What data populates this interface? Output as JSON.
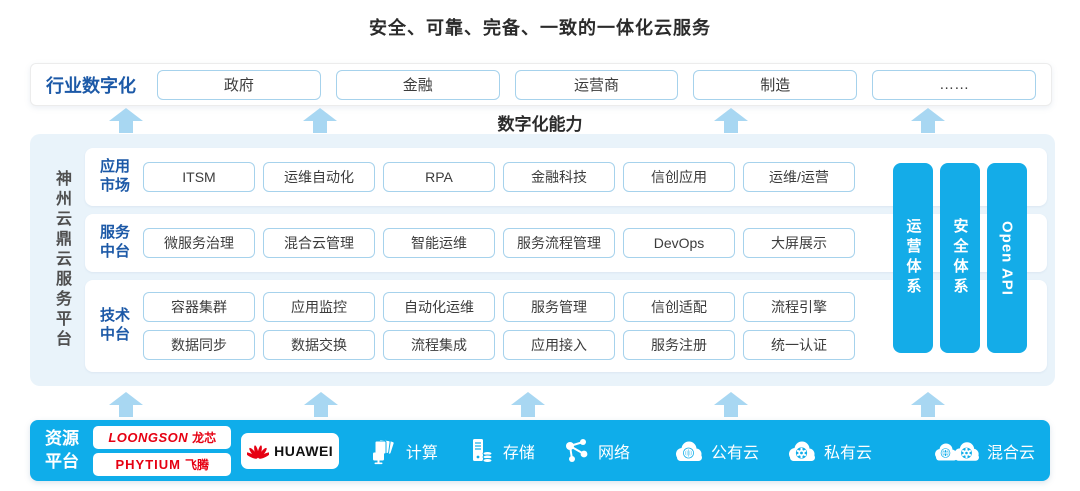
{
  "title": "安全、可靠、完备、一致的一体化云服务",
  "colors": {
    "accent_blue": "#0fadea",
    "arrow_blue": "#a8d7f2",
    "panel_bg": "#e9f3fa",
    "box_border": "#a6d2ec",
    "label_blue": "#1c59a7",
    "logo_red": "#e60012"
  },
  "industry": {
    "label": "行业数字化",
    "boxes": [
      "政府",
      "金融",
      "运营商",
      "制造",
      "……"
    ]
  },
  "capability_label": "数字化能力",
  "platform": {
    "name": "神州云鼎云服务平台",
    "rows": [
      {
        "label": "应用市场",
        "items": [
          "ITSM",
          "运维自动化",
          "RPA",
          "金融科技",
          "信创应用",
          "运维/运营"
        ]
      },
      {
        "label": "服务中台",
        "items": [
          "微服务治理",
          "混合云管理",
          "智能运维",
          "服务流程管理",
          "DevOps",
          "大屏展示"
        ]
      },
      {
        "label": "技术中台",
        "items": [
          "容器集群",
          "应用监控",
          "自动化运维",
          "服务管理",
          "信创适配",
          "流程引擎"
        ],
        "items2": [
          "数据同步",
          "数据交换",
          "流程集成",
          "应用接入",
          "服务注册",
          "统一认证"
        ]
      }
    ],
    "side_bars": [
      "运营体系",
      "安全体系",
      "Open API"
    ]
  },
  "resources": {
    "label": "资源平台",
    "vendors": {
      "loongson": {
        "name": "LOONGSON",
        "cn": "龙芯"
      },
      "phytium": {
        "name": "PHYTIUM",
        "cn": "飞腾"
      },
      "huawei": {
        "name": "HUAWEI"
      }
    },
    "items": [
      {
        "icon": "compute-icon",
        "label": "计算"
      },
      {
        "icon": "storage-icon",
        "label": "存储"
      },
      {
        "icon": "network-icon",
        "label": "网络"
      },
      {
        "icon": "public-cloud-icon",
        "label": "公有云"
      },
      {
        "icon": "private-cloud-icon",
        "label": "私有云"
      },
      {
        "icon": "hybrid-cloud-icon",
        "label": "混合云"
      }
    ]
  }
}
